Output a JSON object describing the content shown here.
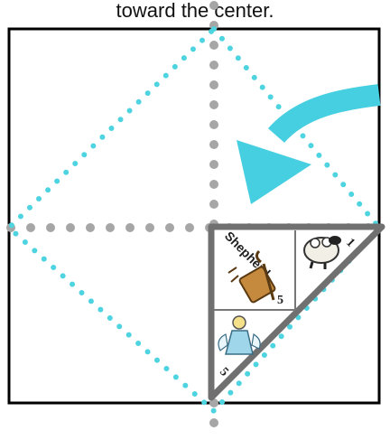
{
  "caption": "toward the center.",
  "colors": {
    "paper_outline": "#000000",
    "fold_guides": "#4dd4e0",
    "center_guides": "#a6a6a6",
    "arrow": "#45cfe0",
    "flap_border": "#707070",
    "card_lines": "#777777"
  },
  "flap": {
    "cards": [
      {
        "label": "Shepherd",
        "number": "5",
        "icon": "shepherd-staff-icon"
      },
      {
        "label": "",
        "number": "1",
        "icon": "sheep-icon"
      },
      {
        "label": "",
        "number": "5",
        "icon": "angel-icon"
      }
    ]
  },
  "icons": [
    "curved-arrow-icon"
  ]
}
